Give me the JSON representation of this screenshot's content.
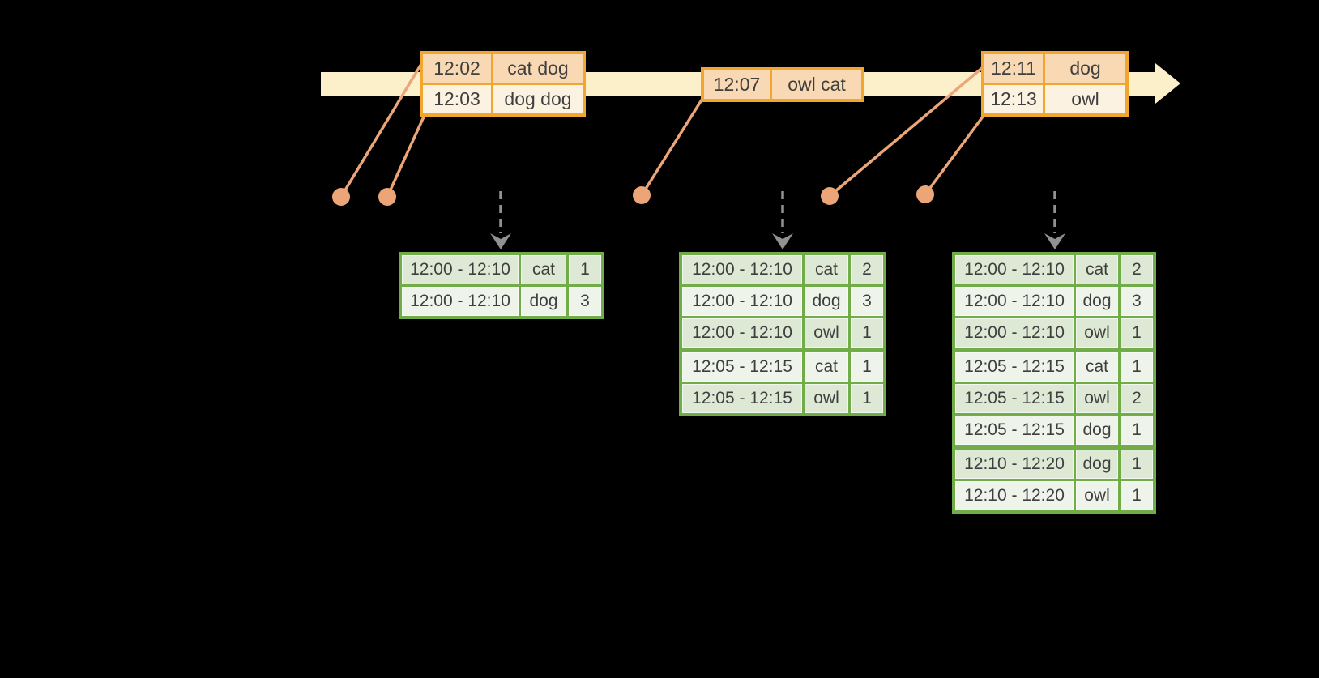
{
  "colors": {
    "background": "#000000",
    "timeline_fill": "#FBF0C9",
    "event_border": "#F0A62F",
    "event_row_dark": "#F8D9B3",
    "event_row_light": "#FCF2E2",
    "connector": "#ECA577",
    "result_border": "#70AC47",
    "result_row_dark": "#DDE9D5",
    "result_row_light": "#EFF4EB",
    "arrow_gray": "#919191",
    "text": "#3F3F3F"
  },
  "event_tables": [
    {
      "rows": [
        [
          "12:02",
          "cat dog"
        ],
        [
          "12:03",
          "dog dog"
        ]
      ]
    },
    {
      "rows": [
        [
          "12:07",
          "owl cat"
        ]
      ]
    },
    {
      "rows": [
        [
          "12:11",
          "dog"
        ],
        [
          "12:13",
          "owl"
        ]
      ]
    }
  ],
  "result_tables": [
    {
      "rows": [
        [
          "12:00 - 12:10",
          "cat",
          "1"
        ],
        [
          "12:00 - 12:10",
          "dog",
          "3"
        ]
      ]
    },
    {
      "rows": [
        [
          "12:00 - 12:10",
          "cat",
          "2"
        ],
        [
          "12:00 - 12:10",
          "dog",
          "3"
        ],
        [
          "12:00 - 12:10",
          "owl",
          "1"
        ],
        [
          "12:05 - 12:15",
          "cat",
          "1"
        ],
        [
          "12:05 - 12:15",
          "owl",
          "1"
        ]
      ]
    },
    {
      "rows": [
        [
          "12:00 - 12:10",
          "cat",
          "2"
        ],
        [
          "12:00 - 12:10",
          "dog",
          "3"
        ],
        [
          "12:00 - 12:10",
          "owl",
          "1"
        ],
        [
          "12:05 - 12:15",
          "cat",
          "1"
        ],
        [
          "12:05 - 12:15",
          "owl",
          "2"
        ],
        [
          "12:05 - 12:15",
          "dog",
          "1"
        ],
        [
          "12:10 - 12:20",
          "dog",
          "1"
        ],
        [
          "12:10 - 12:20",
          "owl",
          "1"
        ]
      ]
    }
  ]
}
